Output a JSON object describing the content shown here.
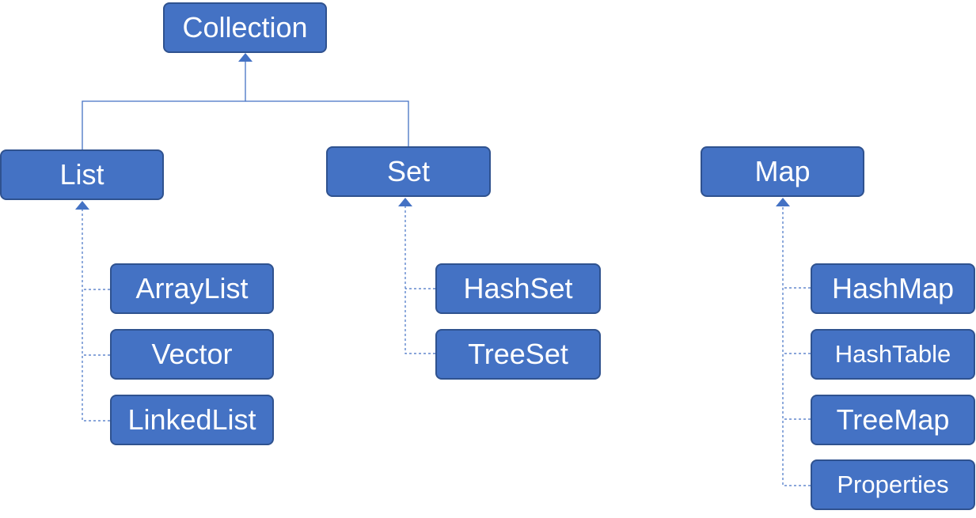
{
  "diagram": {
    "colors": {
      "box_fill": "#4472c4",
      "box_border": "#2f528f",
      "text": "#ffffff",
      "connector": "#4472c4"
    },
    "nodes": {
      "collection": "Collection",
      "list": "List",
      "set": "Set",
      "map": "Map",
      "arraylist": "ArrayList",
      "vector": "Vector",
      "linkedlist": "LinkedList",
      "hashset": "HashSet",
      "treeset": "TreeSet",
      "hashmap": "HashMap",
      "hashtable": "HashTable",
      "treemap": "TreeMap",
      "properties": "Properties"
    },
    "edges": [
      {
        "from": "list",
        "to": "collection",
        "style": "solid"
      },
      {
        "from": "set",
        "to": "collection",
        "style": "solid"
      },
      {
        "from": "arraylist",
        "to": "list",
        "style": "dashed"
      },
      {
        "from": "vector",
        "to": "list",
        "style": "dashed"
      },
      {
        "from": "linkedlist",
        "to": "list",
        "style": "dashed"
      },
      {
        "from": "hashset",
        "to": "set",
        "style": "dashed"
      },
      {
        "from": "treeset",
        "to": "set",
        "style": "dashed"
      },
      {
        "from": "hashmap",
        "to": "map",
        "style": "dashed"
      },
      {
        "from": "hashtable",
        "to": "map",
        "style": "dashed"
      },
      {
        "from": "treemap",
        "to": "map",
        "style": "dashed"
      },
      {
        "from": "properties",
        "to": "map",
        "style": "dashed"
      }
    ]
  }
}
